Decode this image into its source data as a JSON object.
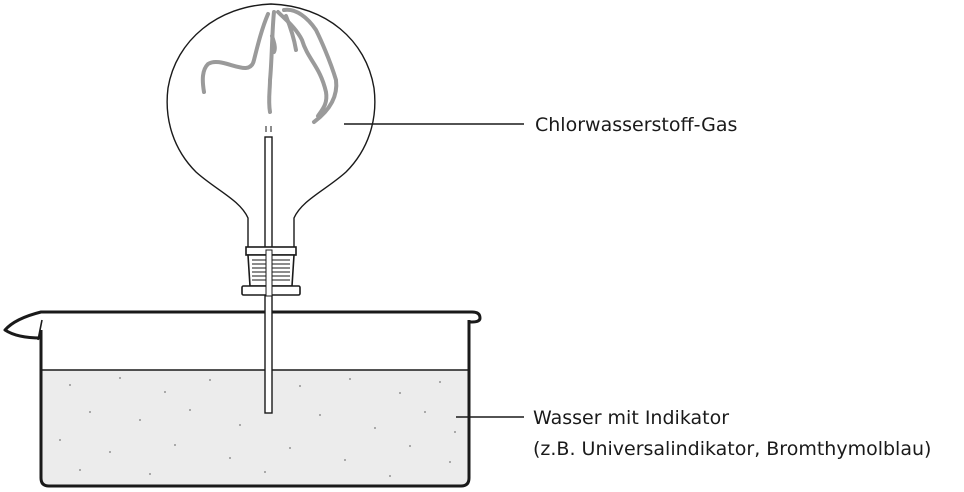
{
  "labels": {
    "gas": "Chlorwasserstoff-Gas",
    "water_line1": "Wasser mit Indikator",
    "water_line2": "(z.B. Universalindikator, Bromthymolblau)"
  },
  "colors": {
    "outline": "#1a1a1a",
    "water": "#ececec",
    "glass_streak": "#9a9a9a",
    "stopper": "#ffffff"
  }
}
